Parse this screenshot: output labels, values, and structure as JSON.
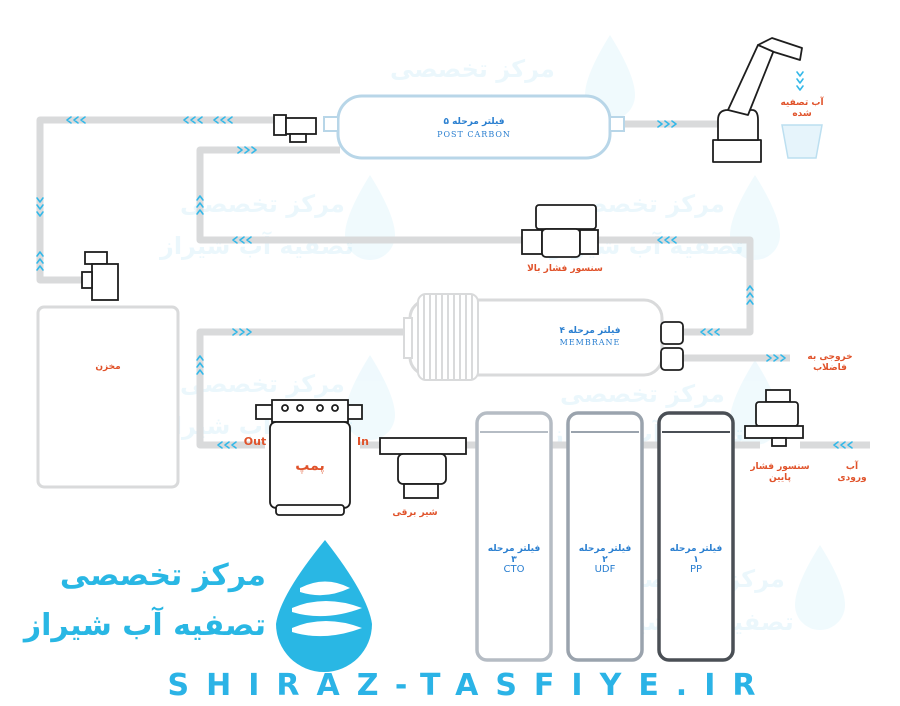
{
  "labels": {
    "purified_water": "آب تصفیه شده",
    "stage5_title": "فیلتر مرحله ۵",
    "stage5_name": "POST CARBON",
    "high_pressure_sensor": "سنسور فشار بالا",
    "stage4_title": "فیلتر مرحله ۴",
    "stage4_name": "MEMBRANE",
    "drain_outlet": "خروجی به فاضلاب",
    "tank": "مخزن",
    "pump": "پمپ",
    "pump_out": "Out",
    "pump_in": "In",
    "solenoid_valve": "شیر برقی",
    "stage3_title": "فیلتر مرحله ۳",
    "stage3_name": "CTO",
    "stage2_title": "فیلتر مرحله ۲",
    "stage2_name": "UDF",
    "stage1_title": "فیلتر مرحله ۱",
    "stage1_name": "PP",
    "low_pressure_sensor": "سنسور فشار پایین",
    "inlet_water": "آب ورودی"
  },
  "brand": {
    "line1": "مرکز تخصصی",
    "line2": "تصفیه آب شیراز",
    "website": "SHIRAZ-TASFIYE.IR"
  },
  "watermark": {
    "line1": "مرکز تخصصی",
    "line2": "تصفیه آب شیراز"
  },
  "colors": {
    "pipe": "#d9dadb",
    "arrow": "#33b8e8",
    "brand": "#29b7e4",
    "label_red": "#e0522a",
    "label_blue": "#2a7fd0",
    "outline": "#1e1e1e",
    "filter_gray": "#9aa3ad",
    "filter_dark": "#4a4f55",
    "post_carbon_outline": "#b8d6e8"
  }
}
